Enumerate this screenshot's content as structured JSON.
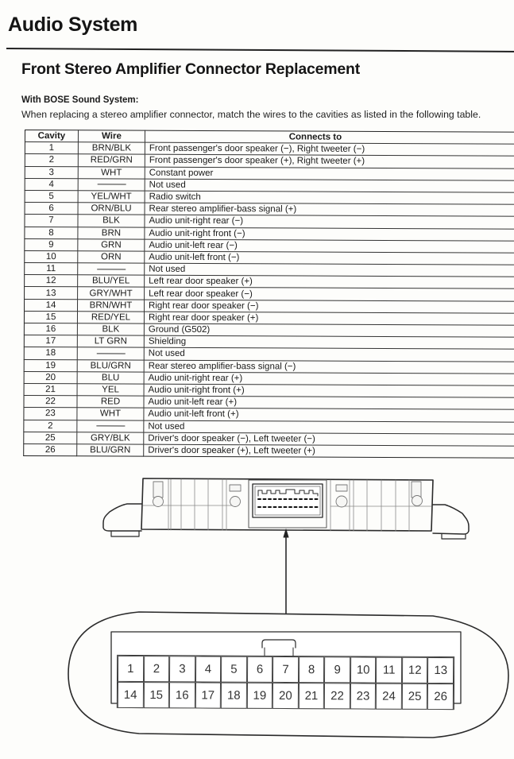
{
  "header": {
    "section_title": "Audio System",
    "page_title": "Front Stereo Amplifier Connector Replacement",
    "subheading": "With BOSE Sound System:",
    "intro": "When replacing a stereo amplifier connector, match the wires to the cavities as listed in the following table."
  },
  "table": {
    "columns": [
      "Cavity",
      "Wire",
      "Connects to"
    ],
    "rows": [
      {
        "cavity": "1",
        "wire": "BRN/BLK",
        "connects_to": "Front passenger's door speaker (−), Right tweeter (−)"
      },
      {
        "cavity": "2",
        "wire": "RED/GRN",
        "connects_to": "Front passenger's door speaker (+), Right tweeter (+)"
      },
      {
        "cavity": "3",
        "wire": "WHT",
        "connects_to": "Constant power"
      },
      {
        "cavity": "4",
        "wire": "",
        "connects_to": "Not used"
      },
      {
        "cavity": "5",
        "wire": "YEL/WHT",
        "connects_to": "Radio switch"
      },
      {
        "cavity": "6",
        "wire": "ORN/BLU",
        "connects_to": "Rear stereo amplifier-bass signal (+)"
      },
      {
        "cavity": "7",
        "wire": "BLK",
        "connects_to": "Audio unit-right rear (−)"
      },
      {
        "cavity": "8",
        "wire": "BRN",
        "connects_to": "Audio unit-right front (−)"
      },
      {
        "cavity": "9",
        "wire": "GRN",
        "connects_to": "Audio unit-left rear (−)"
      },
      {
        "cavity": "10",
        "wire": "ORN",
        "connects_to": "Audio unit-left front (−)"
      },
      {
        "cavity": "11",
        "wire": "",
        "connects_to": "Not used"
      },
      {
        "cavity": "12",
        "wire": "BLU/YEL",
        "connects_to": "Left rear door speaker (+)"
      },
      {
        "cavity": "13",
        "wire": "GRY/WHT",
        "connects_to": "Left rear door speaker (−)"
      },
      {
        "cavity": "14",
        "wire": "BRN/WHT",
        "connects_to": "Right rear door speaker (−)"
      },
      {
        "cavity": "15",
        "wire": "RED/YEL",
        "connects_to": "Right rear door speaker (+)"
      },
      {
        "cavity": "16",
        "wire": "BLK",
        "connects_to": "Ground (G502)"
      },
      {
        "cavity": "17",
        "wire": "LT GRN",
        "connects_to": "Shielding"
      },
      {
        "cavity": "18",
        "wire": "",
        "connects_to": "Not used"
      },
      {
        "cavity": "19",
        "wire": "BLU/GRN",
        "connects_to": "Rear stereo amplifier-bass signal (−)"
      },
      {
        "cavity": "20",
        "wire": "BLU",
        "connects_to": "Audio unit-right rear (+)"
      },
      {
        "cavity": "21",
        "wire": "YEL",
        "connects_to": "Audio unit-right front (+)"
      },
      {
        "cavity": "22",
        "wire": "RED",
        "connects_to": "Audio unit-left rear (+)"
      },
      {
        "cavity": "23",
        "wire": "WHT",
        "connects_to": "Audio unit-left front (+)"
      },
      {
        "cavity": "2",
        "wire": "",
        "connects_to": "Not used"
      },
      {
        "cavity": "25",
        "wire": "GRY/BLK",
        "connects_to": "Driver's door speaker (−), Left tweeter (−)"
      },
      {
        "cavity": "26",
        "wire": "BLU/GRN",
        "connects_to": "Driver's door speaker (+), Left tweeter (+)"
      }
    ]
  },
  "connector_diagram": {
    "top_row": [
      "1",
      "2",
      "3",
      "4",
      "5",
      "6",
      "7",
      "8",
      "9",
      "10",
      "11",
      "12",
      "13"
    ],
    "bottom_row": [
      "14",
      "15",
      "16",
      "17",
      "18",
      "19",
      "20",
      "21",
      "22",
      "23",
      "24",
      "25",
      "26"
    ]
  }
}
